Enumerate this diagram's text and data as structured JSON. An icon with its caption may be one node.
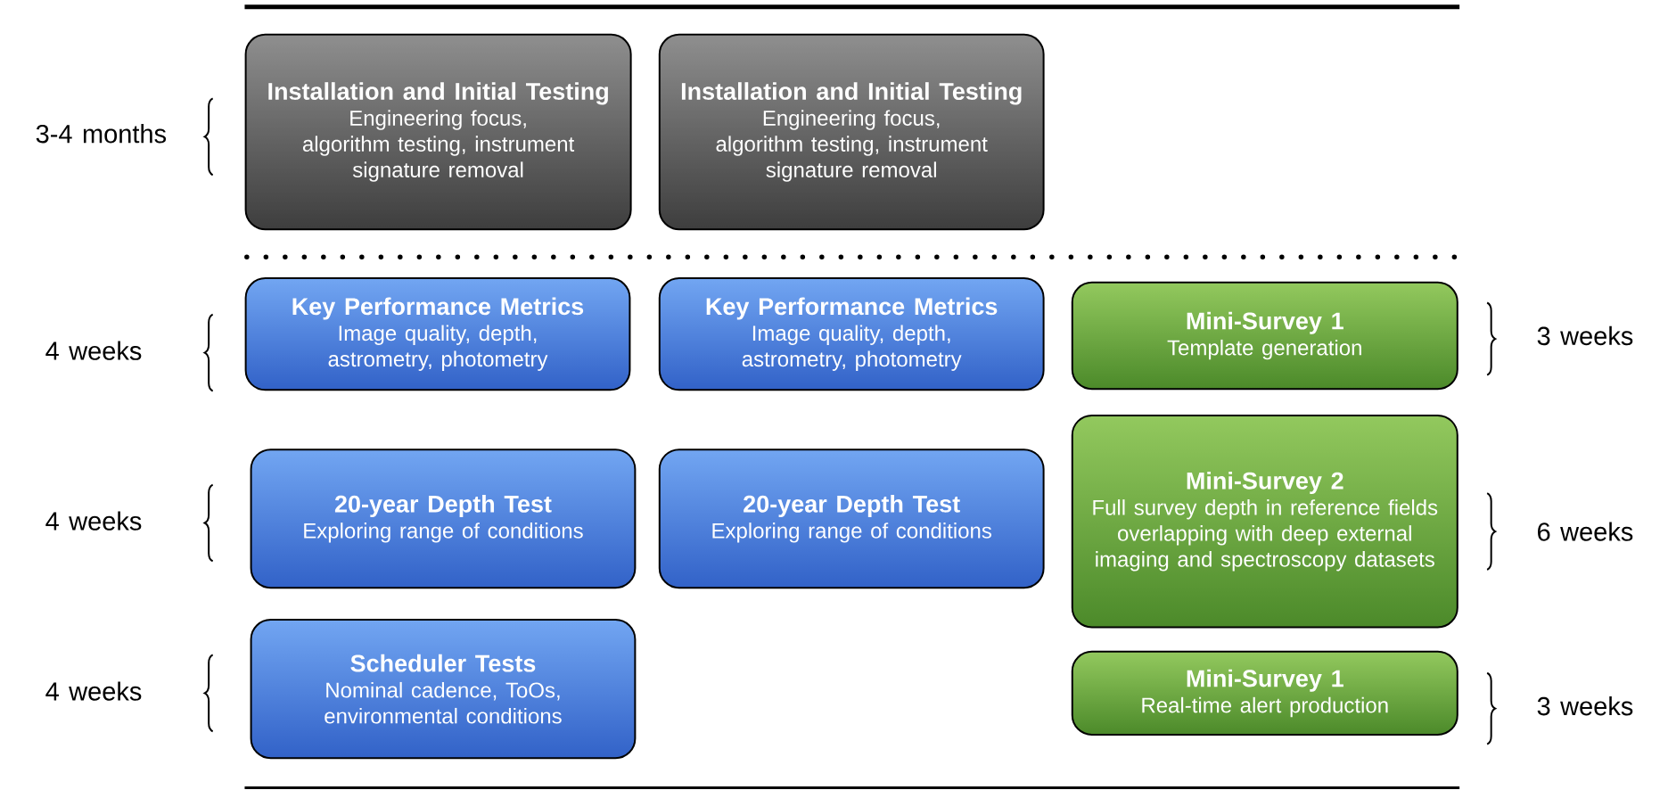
{
  "diagram": {
    "nodes": [
      {
        "text": [
          "Installation and Initial Testing",
          "Engineering focus, algorithm testing, instrument signature removal"
        ]
      },
      {
        "text": [
          "Installation and Initial Testing",
          "Engineering focus, algorithm testing, instrument signature removal"
        ]
      },
      {
        "text": [
          "Key Performance Metrics",
          "Image quality, depth, astrometry, photometry"
        ]
      },
      {
        "text": [
          "Key Performance Metrics",
          "Image quality, depth, astrometry, photometry"
        ]
      },
      {
        "text": [
          "Mini-Survey 1",
          "Template generation"
        ]
      },
      {
        "text": [
          "20-year Depth Test",
          "Exploring range of conditions"
        ]
      },
      {
        "text": [
          "20-year Depth Test",
          "Exploring range of conditions"
        ]
      },
      {
        "text": [
          "Mini-Survey 2",
          "Full survey depth in reference fields overlapping with deep external imaging and spectroscopy datasets"
        ]
      },
      {
        "text": [
          "Scheduler Tests",
          "Nominal cadence, ToOs, environmental conditions"
        ]
      },
      {
        "text": [
          "Mini-Survey 1",
          "Real-time alert production"
        ]
      }
    ],
    "edges": [],
    "labels": [
      "3-4 months",
      "4 weeks",
      "3 weeks",
      "4 weeks",
      "6 weeks",
      "4 weeks",
      "3 weeks"
    ]
  }
}
